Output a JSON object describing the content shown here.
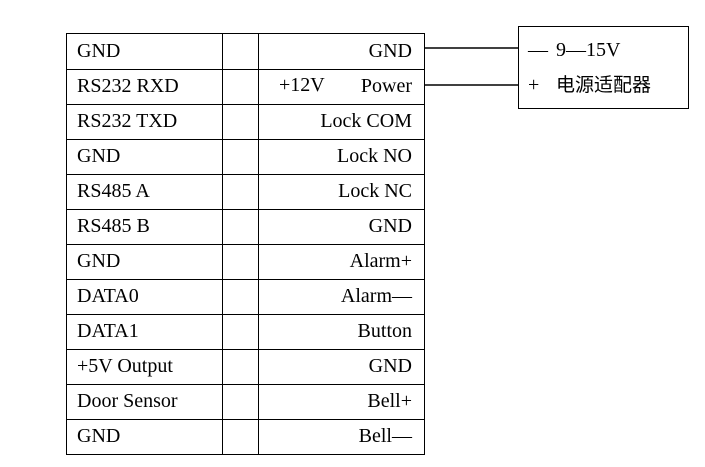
{
  "terminal_block": {
    "left_pins": [
      "GND",
      "RS232 RXD",
      "RS232 TXD",
      "GND",
      "RS485 A",
      "RS485 B",
      "GND",
      "DATA0",
      "DATA1",
      "+5V Output",
      "Door Sensor",
      "GND"
    ],
    "right_pins": [
      "GND",
      "Power",
      "Lock COM",
      "Lock NO",
      "Lock NC",
      "GND",
      "Alarm+",
      "Alarm—",
      "Button",
      "GND",
      "Bell+",
      "Bell—"
    ],
    "power_voltage": "+12V"
  },
  "power_adapter": {
    "lines": [
      {
        "symbol": "—",
        "text": "9—15V"
      },
      {
        "symbol": "+",
        "text": "电源适配器"
      }
    ]
  }
}
